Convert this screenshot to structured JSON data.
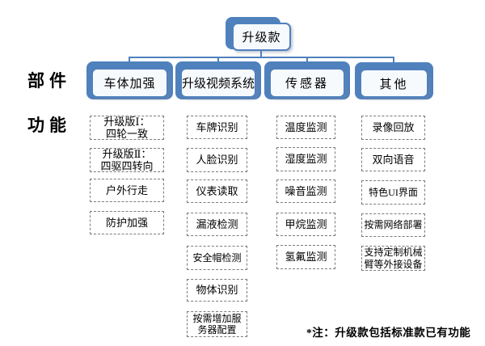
{
  "colors": {
    "accent": "#4f81bd",
    "node_front": "#f7fafd",
    "dashed_border": "#7a7a7a",
    "text": "#000000"
  },
  "root": {
    "label": "升级款"
  },
  "row_labels": {
    "components": "部件",
    "functions": "功能"
  },
  "branches": [
    {
      "label": "车体加强",
      "items": [
        "升级版Ⅰ：\n四轮一致",
        "升级版Ⅱ：\n四驱四转向",
        "户外行走",
        "防护加强"
      ]
    },
    {
      "label": "升级视频系统",
      "items": [
        "车牌识别",
        "人脸识别",
        "仪表读取",
        "漏液检测",
        "安全帽检测",
        "物体识别",
        "按需增加服\n务器配置"
      ]
    },
    {
      "label": "传感器",
      "items": [
        "温度监测",
        "湿度监测",
        "噪音监测",
        "甲烷监测",
        "氢氟监测"
      ]
    },
    {
      "label": "其他",
      "items": [
        "录像回放",
        "双向语音",
        "特色UI界面",
        "按需网络部署",
        "支持定制机械\n臂等外接设备"
      ]
    }
  ],
  "footnote": "*注：升级款包括标准款已有功能"
}
